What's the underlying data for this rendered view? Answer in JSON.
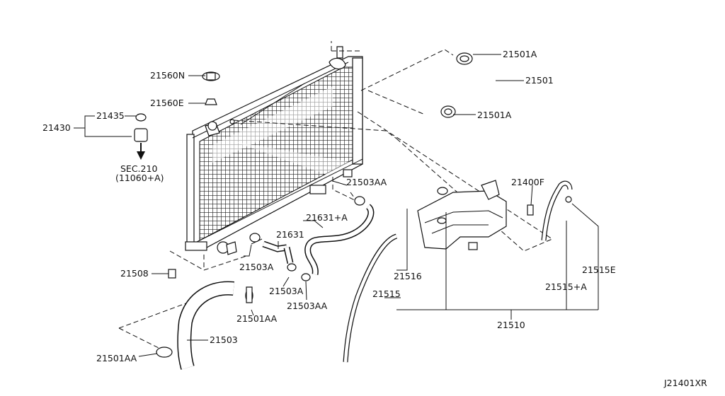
{
  "diagram": {
    "id_code": "J21401XR",
    "labels": {
      "p21501A_top": "21501A",
      "p21501": "21501",
      "p21501A_mid": "21501A",
      "p21560N": "21560N",
      "p21560E": "21560E",
      "p21435": "21435",
      "p21430": "21430",
      "sec_ref": "SEC.210",
      "sec_sub": "(11060+A)",
      "p21503AA_top": "21503AA",
      "p21400F": "21400F",
      "p21631A": "21631+A",
      "p21631": "21631",
      "p21508": "21508",
      "p21503A_1": "21503A",
      "p21503A_2": "21503A",
      "p21503AA_bot": "21503AA",
      "p21516": "21516",
      "p21515": "21515",
      "p21515E": "21515E",
      "p21515A": "21515+A",
      "p21510": "21510",
      "p21501AA_1": "21501AA",
      "p21503": "21503",
      "p21501AA_2": "21501AA"
    }
  }
}
